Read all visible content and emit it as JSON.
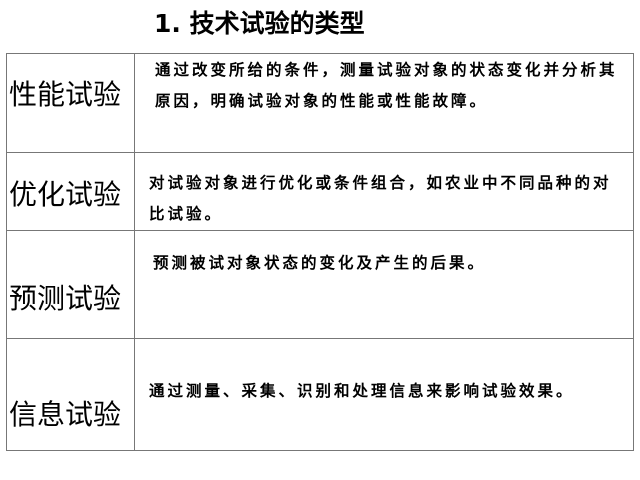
{
  "title": "1. 技术试验的类型",
  "rows": [
    {
      "name": "性能试验",
      "description": "通过改变所给的条件，测量试验对象的状态变化并分析其原因，明确试验对象的性能或性能故障。"
    },
    {
      "name": "优化试验",
      "description": "对试验对象进行优化或条件组合，如农业中不同品种的对比试验。"
    },
    {
      "name": "预测试验",
      "description": "预测被试对象状态的变化及产生的后果。"
    },
    {
      "name": "信息试验",
      "description": "通过测量、采集、识别和处理信息来影响试验效果。"
    }
  ]
}
